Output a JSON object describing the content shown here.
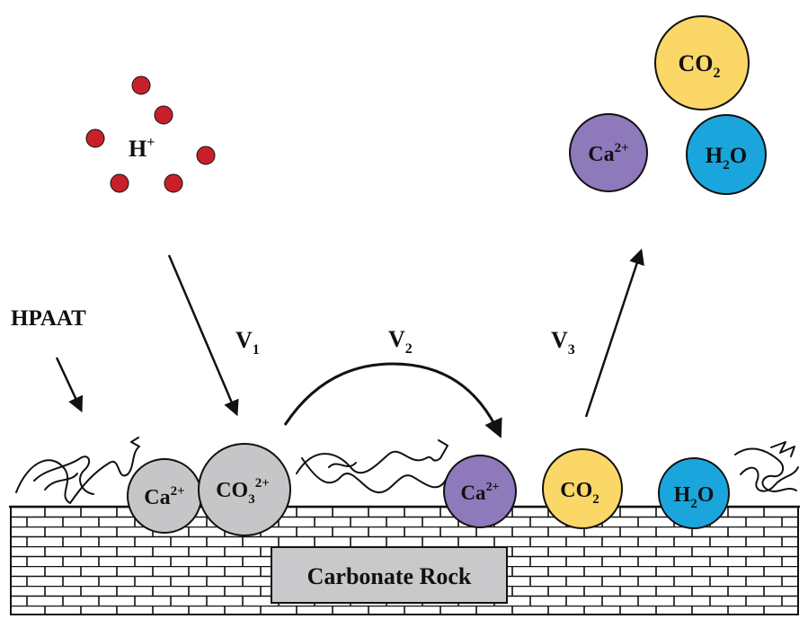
{
  "colors": {
    "proton": "#c8202a",
    "calcium": "#8e79bb",
    "co2": "#fbd768",
    "water": "#1aa6dc",
    "adsorbed_ion": "#c6c6c8",
    "rock_label_box": "#c9c9cb",
    "ink": "#111111"
  },
  "labels": {
    "proton": "H",
    "proton_charge": "+",
    "hpaat": "HPAAT",
    "v1": "V",
    "v1_sub": "1",
    "v2": "V",
    "v2_sub": "2",
    "v3": "V",
    "v3_sub": "3",
    "calcium": "Ca",
    "calcium_charge": "2+",
    "carbonate": "CO",
    "carbonate_sub": "3",
    "carbonate_charge": "2+",
    "co2": "CO",
    "co2_sub": "2",
    "water_h": "H",
    "water_sub": "2",
    "water_o": "O",
    "rock": "Carbonate Rock"
  }
}
